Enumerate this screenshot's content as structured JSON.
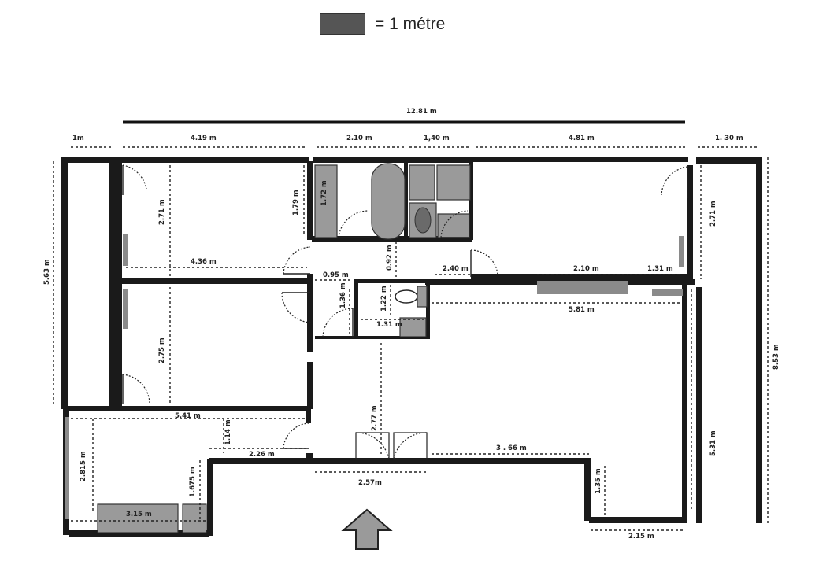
{
  "legend": {
    "label": "= 1 métre",
    "swatch_color": "#555555"
  },
  "compass": {
    "icon": "north-arrow-icon"
  },
  "dimensions": {
    "total_width": "12.81 m",
    "d_1m": "1m",
    "d_419": "4.19 m",
    "d_210_top": "2.10 m",
    "d_140": "1,40 m",
    "d_481": "4.81 m",
    "d_130": "1. 30 m",
    "d_563": "5.63 m",
    "d_271_left": "2.71 m",
    "d_436": "4.36 m",
    "d_179": "1.79 m",
    "d_172": "1.72 m",
    "d_092": "0.92 m",
    "d_095": "0.95 m",
    "d_240": "2.40 m",
    "d_210_mid": "2.10 m",
    "d_131": "1.31 m",
    "d_271_right": "2.71 m",
    "d_275": "2.75 m",
    "d_136": "1.36 m",
    "d_122": "1.22 m",
    "d_131_wc": "1.31 m",
    "d_581": "5.81 m",
    "d_853": "8.53 m",
    "d_541": "5.41 m",
    "d_114": "1.14 m",
    "d_226": "2.26 m",
    "d_277": "2.77 m",
    "d_366": "3 . 66 m",
    "d_2815": "2.815 m",
    "d_1675": "1.675 m",
    "d_315": "3.15 m",
    "d_257": "2.57m",
    "d_135": "1.35 m",
    "d_531": "5.31 m",
    "d_215": "2.15 m"
  }
}
